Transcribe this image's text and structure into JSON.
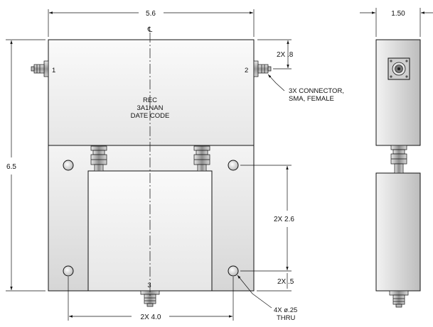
{
  "drawing": {
    "dimensions": {
      "width": "5.6",
      "height": "6.5",
      "side_width": "1.50",
      "connector_offset": "2X .8",
      "hole_spacing_vertical": "2X 2.6",
      "hole_edge_offset": "2X .5",
      "hole_spacing_horizontal": "2X 4.0"
    },
    "centerline_symbol": "℄",
    "ports": [
      "1",
      "2",
      "3"
    ],
    "label": {
      "line1": "REC",
      "line2": "3A1NAN",
      "line3": "DATE CODE"
    },
    "callouts": {
      "connector_line1": "3X CONNECTOR,",
      "connector_line2": "SMA, FEMALE",
      "hole_line1": "4X ø.25",
      "hole_line2": "THRU"
    }
  }
}
